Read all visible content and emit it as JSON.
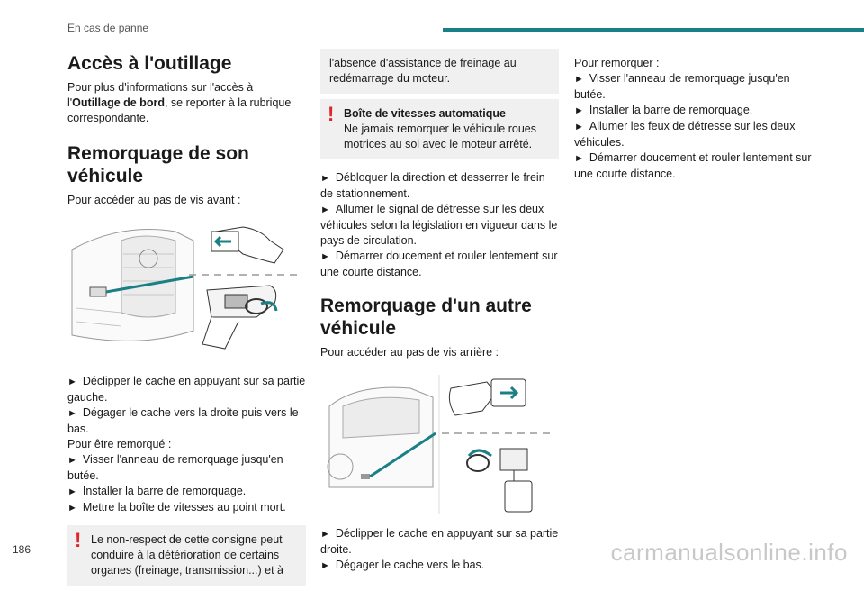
{
  "header": {
    "section": "En cas de panne",
    "page_number": "186"
  },
  "watermark": "carmanualsonline.info",
  "col1": {
    "h_access": "Accès à l'outillage",
    "p_access_1": "Pour plus d'informations sur l'accès à",
    "p_access_2a": "l'",
    "p_access_2b": "Outillage de bord",
    "p_access_2c": ", se reporter à la rubrique",
    "p_access_3": "correspondante.",
    "h_tow_own": "Remorquage de son véhicule",
    "p_front": "Pour accéder au pas de vis avant :",
    "b1": "Déclipper le cache en appuyant sur sa partie gauche.",
    "b2": "Dégager le cache vers la droite puis vers le bas.",
    "p_towed": "Pour être remorqué :",
    "b3": "Visser l'anneau de remorquage jusqu'en butée.",
    "b4": "Installer la barre de remorquage.",
    "b5": "Mettre la boîte de vitesses au point mort.",
    "warn": "Le non-respect de cette consigne peut conduire à la détérioration de certains organes (freinage, transmission...) et à"
  },
  "col2": {
    "warn_cont": "l'absence d'assistance de freinage au redémarrage du moteur.",
    "auto_title": "Boîte de vitesses automatique",
    "auto_text": "Ne jamais remorquer le véhicule roues motrices au sol avec le moteur arrêté.",
    "b1": "Débloquer la direction et desserrer le frein de stationnement.",
    "b2": "Allumer le signal de détresse sur les deux véhicules selon la législation en vigueur dans le pays de circulation.",
    "b3": "Démarrer doucement et rouler lentement sur une courte distance.",
    "h_tow_other": "Remorquage d'un autre véhicule",
    "p_rear": "Pour accéder au pas de vis arrière :",
    "b4": "Déclipper le cache en appuyant sur sa partie droite.",
    "b5": "Dégager le cache vers le bas."
  },
  "col3": {
    "p_tow": "Pour remorquer :",
    "b1": "Visser l'anneau de remorquage jusqu'en butée.",
    "b2": "Installer la barre de remorquage.",
    "b3": "Allumer les feux de détresse sur les deux véhicules.",
    "b4": "Démarrer doucement et rouler lentement sur une courte distance."
  },
  "colors": {
    "accent": "#1b7f86",
    "warning": "#e0262c",
    "note_bg": "#f0f0f0"
  }
}
